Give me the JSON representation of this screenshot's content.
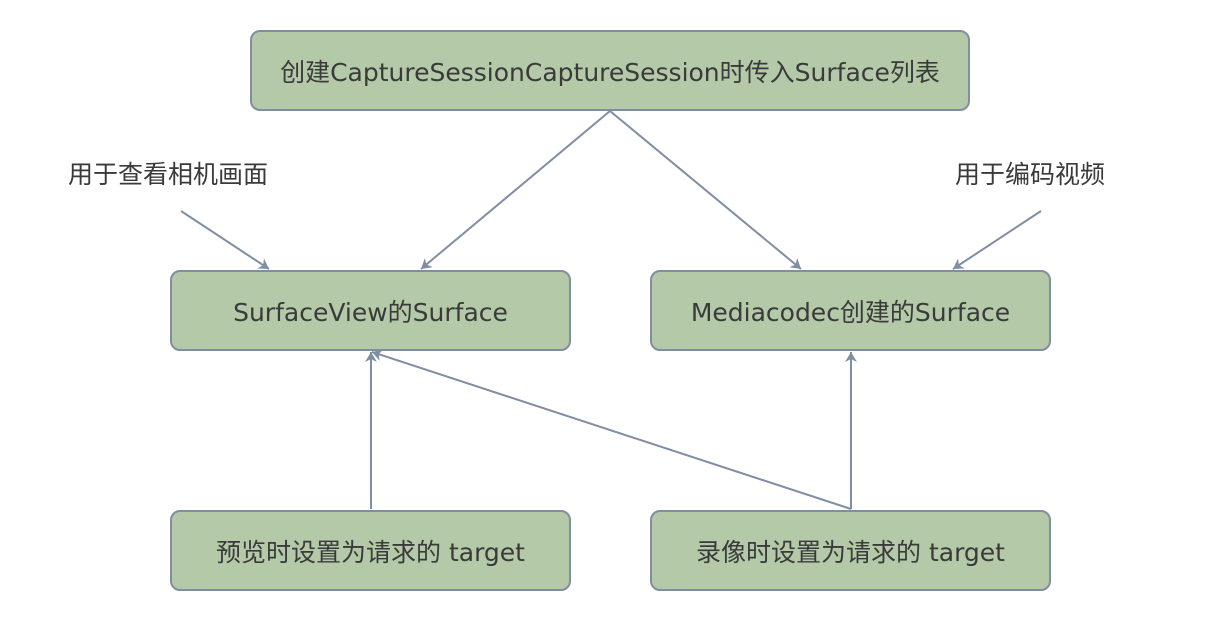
{
  "diagram": {
    "nodes": {
      "top": "创建CaptureSessionCaptureSession时传入Surface列表",
      "surfaceview": "SurfaceView的Surface",
      "mediacodec": "Mediacodec创建的Surface",
      "preview": "预览时设置为请求的 target",
      "record": "录像时设置为请求的 target"
    },
    "annotations": {
      "left": "用于查看相机画面",
      "right": "用于编码视频"
    },
    "colors": {
      "node_fill": "#b3c9a8",
      "node_border": "#7f8ea3",
      "edge": "#7f8ea3",
      "text": "#3a3a3a"
    },
    "edges": [
      {
        "from": "top",
        "to": "surfaceview"
      },
      {
        "from": "top",
        "to": "mediacodec"
      },
      {
        "from": "annotation-left",
        "to": "surfaceview"
      },
      {
        "from": "annotation-right",
        "to": "mediacodec"
      },
      {
        "from": "preview",
        "to": "surfaceview"
      },
      {
        "from": "record",
        "to": "surfaceview"
      },
      {
        "from": "record",
        "to": "mediacodec"
      }
    ]
  }
}
